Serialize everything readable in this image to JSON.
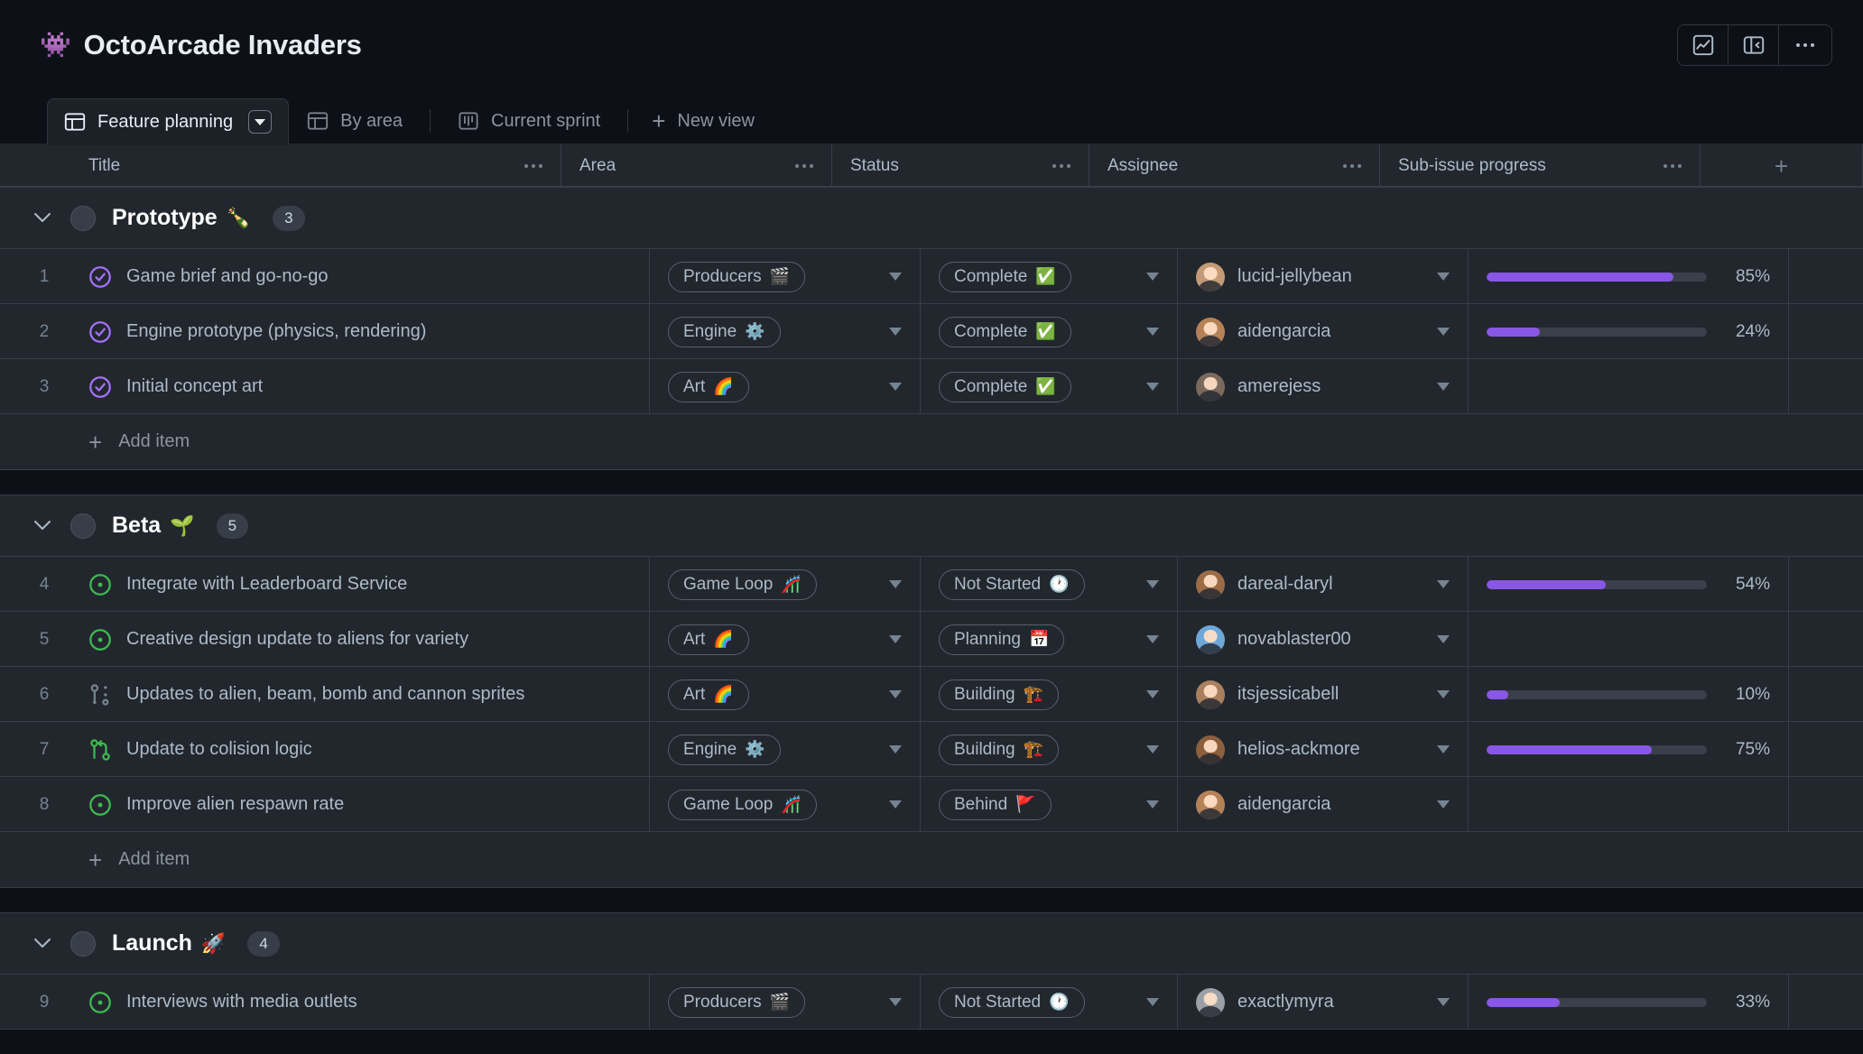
{
  "header": {
    "project_emoji": "👾",
    "title": "OctoArcade Invaders",
    "actions": [
      {
        "name": "insights-icon",
        "label": "Insights"
      },
      {
        "name": "side-panel-icon",
        "label": "Toggle panel"
      },
      {
        "name": "kebab-menu-icon",
        "label": "More options"
      }
    ]
  },
  "tabs": [
    {
      "label": "Feature planning",
      "icon": "table-view-icon",
      "active": true,
      "has_caret": true
    },
    {
      "label": "By area",
      "icon": "table-view-icon",
      "active": false,
      "has_caret": false
    },
    {
      "label": "Current sprint",
      "icon": "board-view-icon",
      "active": false,
      "has_caret": false
    }
  ],
  "new_view_label": "New view",
  "columns": [
    {
      "key": "title",
      "label": "Title"
    },
    {
      "key": "area",
      "label": "Area"
    },
    {
      "key": "status",
      "label": "Status"
    },
    {
      "key": "assignee",
      "label": "Assignee"
    },
    {
      "key": "progress",
      "label": "Sub-issue progress"
    }
  ],
  "add_item_label": "Add item",
  "colors": {
    "accent_progress": "#8957e5",
    "issue_open": "#3fb950",
    "issue_closed": "#a371f7",
    "page_bg": "#0d1117",
    "table_bg": "#22272e",
    "border": "#373e47"
  },
  "groups": [
    {
      "name": "Prototype",
      "emoji": "🍾",
      "count": "3",
      "rows": [
        {
          "num": "1",
          "icon": "issue-closed-icon",
          "title": "Game brief and go-no-go",
          "area": {
            "label": "Producers",
            "emoji": "🎬"
          },
          "status": {
            "label": "Complete",
            "emoji": "✅"
          },
          "assignee": "lucid-jellybean",
          "avatar_color": "#c49a78",
          "progress": 85,
          "progress_label": "85%",
          "has_progress": true
        },
        {
          "num": "2",
          "icon": "issue-closed-icon",
          "title": "Engine prototype (physics, rendering)",
          "area": {
            "label": "Engine",
            "emoji": "⚙️"
          },
          "status": {
            "label": "Complete",
            "emoji": "✅"
          },
          "assignee": "aidengarcia",
          "avatar_color": "#b58258",
          "progress": 24,
          "progress_label": "24%",
          "has_progress": true
        },
        {
          "num": "3",
          "icon": "issue-closed-icon",
          "title": "Initial concept art",
          "area": {
            "label": "Art",
            "emoji": "🌈"
          },
          "status": {
            "label": "Complete",
            "emoji": "✅"
          },
          "assignee": "amerejess",
          "avatar_color": "#7b6a5c",
          "progress": 0,
          "progress_label": "",
          "has_progress": false
        }
      ]
    },
    {
      "name": "Beta",
      "emoji": "🌱",
      "count": "5",
      "rows": [
        {
          "num": "4",
          "icon": "issue-open-icon",
          "title": "Integrate with Leaderboard Service",
          "area": {
            "label": "Game Loop",
            "emoji": "🎢"
          },
          "status": {
            "label": "Not Started",
            "emoji": "🕐"
          },
          "assignee": "dareal-daryl",
          "avatar_color": "#9c6b45",
          "progress": 54,
          "progress_label": "54%",
          "has_progress": true
        },
        {
          "num": "5",
          "icon": "issue-open-icon",
          "title": "Creative design update to aliens for variety",
          "area": {
            "label": "Art",
            "emoji": "🌈"
          },
          "status": {
            "label": "Planning",
            "emoji": "📅"
          },
          "assignee": "novablaster00",
          "avatar_color": "#6ea8d8",
          "progress": 0,
          "progress_label": "",
          "has_progress": false
        },
        {
          "num": "6",
          "icon": "draft-pull-request-icon",
          "title": "Updates to alien, beam, bomb and cannon sprites",
          "area": {
            "label": "Art",
            "emoji": "🌈"
          },
          "status": {
            "label": "Building",
            "emoji": "🏗️"
          },
          "assignee": "itsjessicabell",
          "avatar_color": "#a9805e",
          "progress": 10,
          "progress_label": "10%",
          "has_progress": true
        },
        {
          "num": "7",
          "icon": "pull-request-icon",
          "title": "Update to colision logic",
          "area": {
            "label": "Engine",
            "emoji": "⚙️"
          },
          "status": {
            "label": "Building",
            "emoji": "🏗️"
          },
          "assignee": "helios-ackmore",
          "avatar_color": "#8d5f3d",
          "progress": 75,
          "progress_label": "75%",
          "has_progress": true
        },
        {
          "num": "8",
          "icon": "issue-open-icon",
          "title": "Improve alien respawn rate",
          "area": {
            "label": "Game Loop",
            "emoji": "🎢"
          },
          "status": {
            "label": "Behind",
            "emoji": "🚩"
          },
          "assignee": "aidengarcia",
          "avatar_color": "#b58258",
          "progress": 0,
          "progress_label": "",
          "has_progress": false
        }
      ]
    },
    {
      "name": "Launch",
      "emoji": "🚀",
      "count": "4",
      "rows": [
        {
          "num": "9",
          "icon": "issue-open-icon",
          "title": "Interviews with media outlets",
          "area": {
            "label": "Producers",
            "emoji": "🎬"
          },
          "status": {
            "label": "Not Started",
            "emoji": "🕐"
          },
          "assignee": "exactlymyra",
          "avatar_color": "#9aa0a6",
          "progress": 33,
          "progress_label": "33%",
          "has_progress": true
        }
      ]
    }
  ]
}
